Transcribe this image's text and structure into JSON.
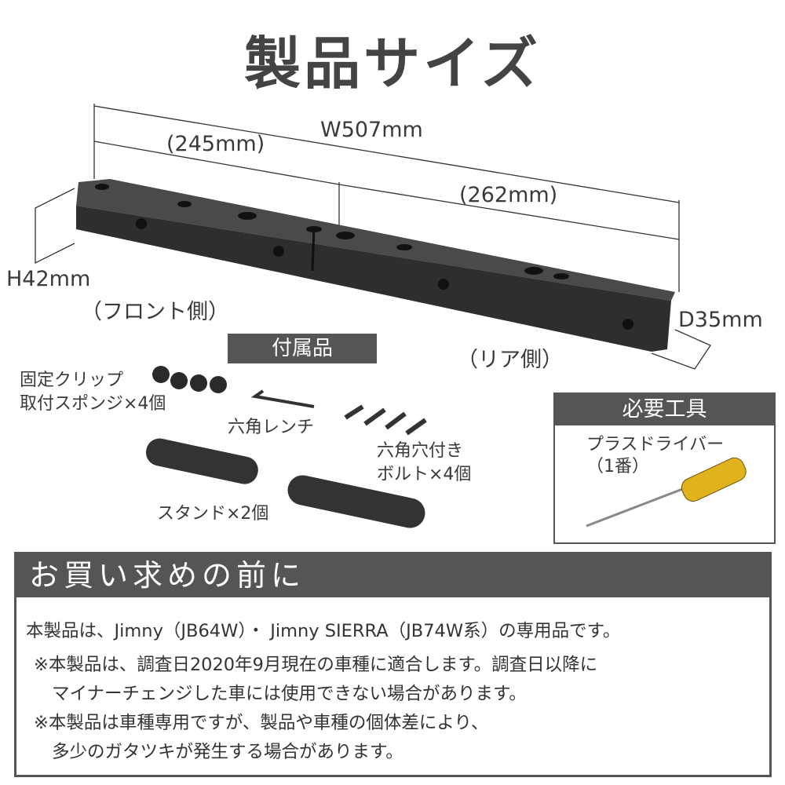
{
  "title": "製品サイズ",
  "dimensions": {
    "width": "W507mm",
    "left_length": "(245mm)",
    "right_length": "(262mm)",
    "height": "H42mm",
    "depth": "D35mm",
    "front": "（フロント側）",
    "rear": "（リア側）"
  },
  "accessories": {
    "heading": "付属品",
    "items": [
      {
        "line1": "固定クリップ",
        "line2": "取付スポンジ×4個"
      },
      {
        "line1": "六角レンチ"
      },
      {
        "line1": "六角穴付き",
        "line2": "ボルト×4個"
      },
      {
        "line1": "スタンド×2個"
      }
    ]
  },
  "tools": {
    "heading": "必要工具",
    "item_line1": "プラスドライバー",
    "item_line2": "（1番）"
  },
  "notice": {
    "heading": "お買い求めの前に",
    "lines": [
      "本製品は、Jimny（JB64W）・ Jimny SIERRA（JB74W系）の専用品です。",
      "※本製品は、調査日2020年9月現在の車種に適合します。調査日以降に",
      "マイナーチェンジした車には使用できない場合があります。",
      "※本製品は車種専用ですが、製品や車種の個体差により、",
      "多少のガタツキが発生する場合があります。"
    ]
  }
}
